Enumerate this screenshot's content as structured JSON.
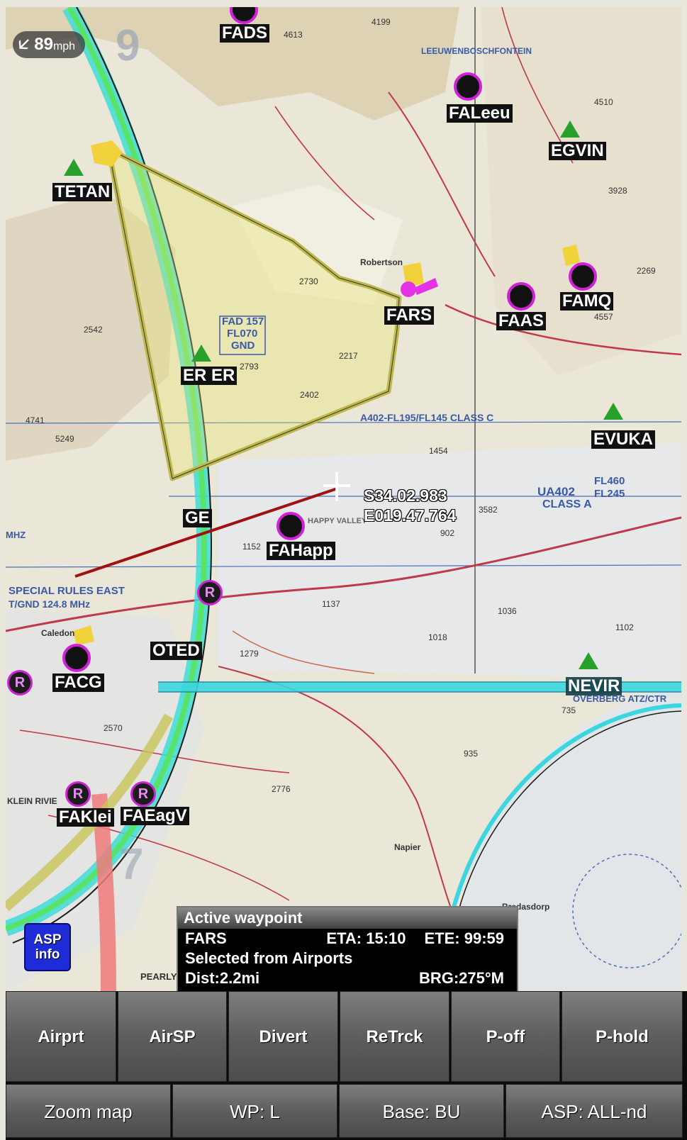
{
  "speed": {
    "value": "89",
    "unit": "mph"
  },
  "waypoints": [
    {
      "id": "FADS",
      "type": "airport"
    },
    {
      "id": "FALeeu",
      "type": "airport"
    },
    {
      "id": "EGVIN",
      "type": "waypoint"
    },
    {
      "id": "TETAN",
      "type": "waypoint"
    },
    {
      "id": "FARS",
      "type": "airport"
    },
    {
      "id": "FAAS",
      "type": "airport"
    },
    {
      "id": "FAMQ",
      "type": "airport"
    },
    {
      "id": "ER  ER",
      "type": "waypoint"
    },
    {
      "id": "EVUKA",
      "type": "waypoint"
    },
    {
      "id": "GE",
      "type": "waypoint"
    },
    {
      "id": "FAHapp",
      "type": "airport"
    },
    {
      "id": "OTED",
      "type": "waypoint"
    },
    {
      "id": "FACG",
      "type": "airport"
    },
    {
      "id": "NEVIR",
      "type": "waypoint"
    },
    {
      "id": "FAKlei",
      "type": "airport"
    },
    {
      "id": "FAEagV",
      "type": "airport"
    }
  ],
  "map_text": {
    "fad157": "FAD 157",
    "fl070": "FL070",
    "gnd": "GND",
    "a402": "A402-FL195/FL145 CLASS C",
    "ua402": "UA402",
    "class_a": "CLASS A",
    "fl460": "FL460",
    "fl245": "FL245",
    "special_rules": "SPECIAL RULES EAST",
    "gnd_freq": "T/GND 124.8 MHz",
    "overberg": "OVERBERG ATZ/CTR",
    "leeuwenbosch": "LEEUWENBOSCHFONTEIN",
    "robertson": "Robertson",
    "happy_valley": "HAPPY VALLEY",
    "pearly_beach": "PEARLY BEA",
    "klein_rivier": "KLEIN RIVIE",
    "caledon": "Caledon",
    "napier": "Napier",
    "bredasdorp": "Bredasdorp",
    "mhz": "MHZ",
    "elev_4613": "4613",
    "elev_4199": "4199",
    "elev_4510": "4510",
    "elev_3928": "3928",
    "elev_2269": "2269",
    "elev_4557": "4557",
    "elev_2793": "2793",
    "elev_2217": "2217",
    "elev_2402": "2402",
    "elev_2542": "2542",
    "elev_4741": "4741",
    "elev_5249": "5249",
    "elev_1454": "1454",
    "elev_1152": "1152",
    "elev_1137": "1137",
    "elev_1036": "1036",
    "elev_1102": "1102",
    "elev_1018": "1018",
    "elev_1279": "1279",
    "elev_2570": "2570",
    "elev_2776": "2776",
    "elev_2730": "2730",
    "elev_935": "935",
    "elev_735": "735",
    "elev_902": "902",
    "elev_3582": "3582"
  },
  "cursor": {
    "lat": "S34.02.983",
    "lon": "E019.47.764"
  },
  "asp_info": {
    "line1": "ASP",
    "line2": "info"
  },
  "active_waypoint": {
    "title": "Active waypoint",
    "name": "FARS",
    "eta": "ETA: 15:10",
    "ete": "ETE: 99:59",
    "source": "Selected from Airports",
    "dist": "Dist:2.2mi",
    "brg": "BRG:275°M"
  },
  "toolbar": {
    "row1": [
      "Airprt",
      "AirSP",
      "Divert",
      "ReTrck",
      "P-off",
      "P-hold"
    ],
    "row2": [
      "Zoom map",
      "WP: L",
      "Base: BU",
      "ASP: ALL-nd"
    ]
  },
  "colors": {
    "airport_ring": "#d021d9",
    "waypoint": "#28a12a",
    "route": "#c8c85a",
    "airspace": "#3bd6e0",
    "track": "#a11111"
  }
}
